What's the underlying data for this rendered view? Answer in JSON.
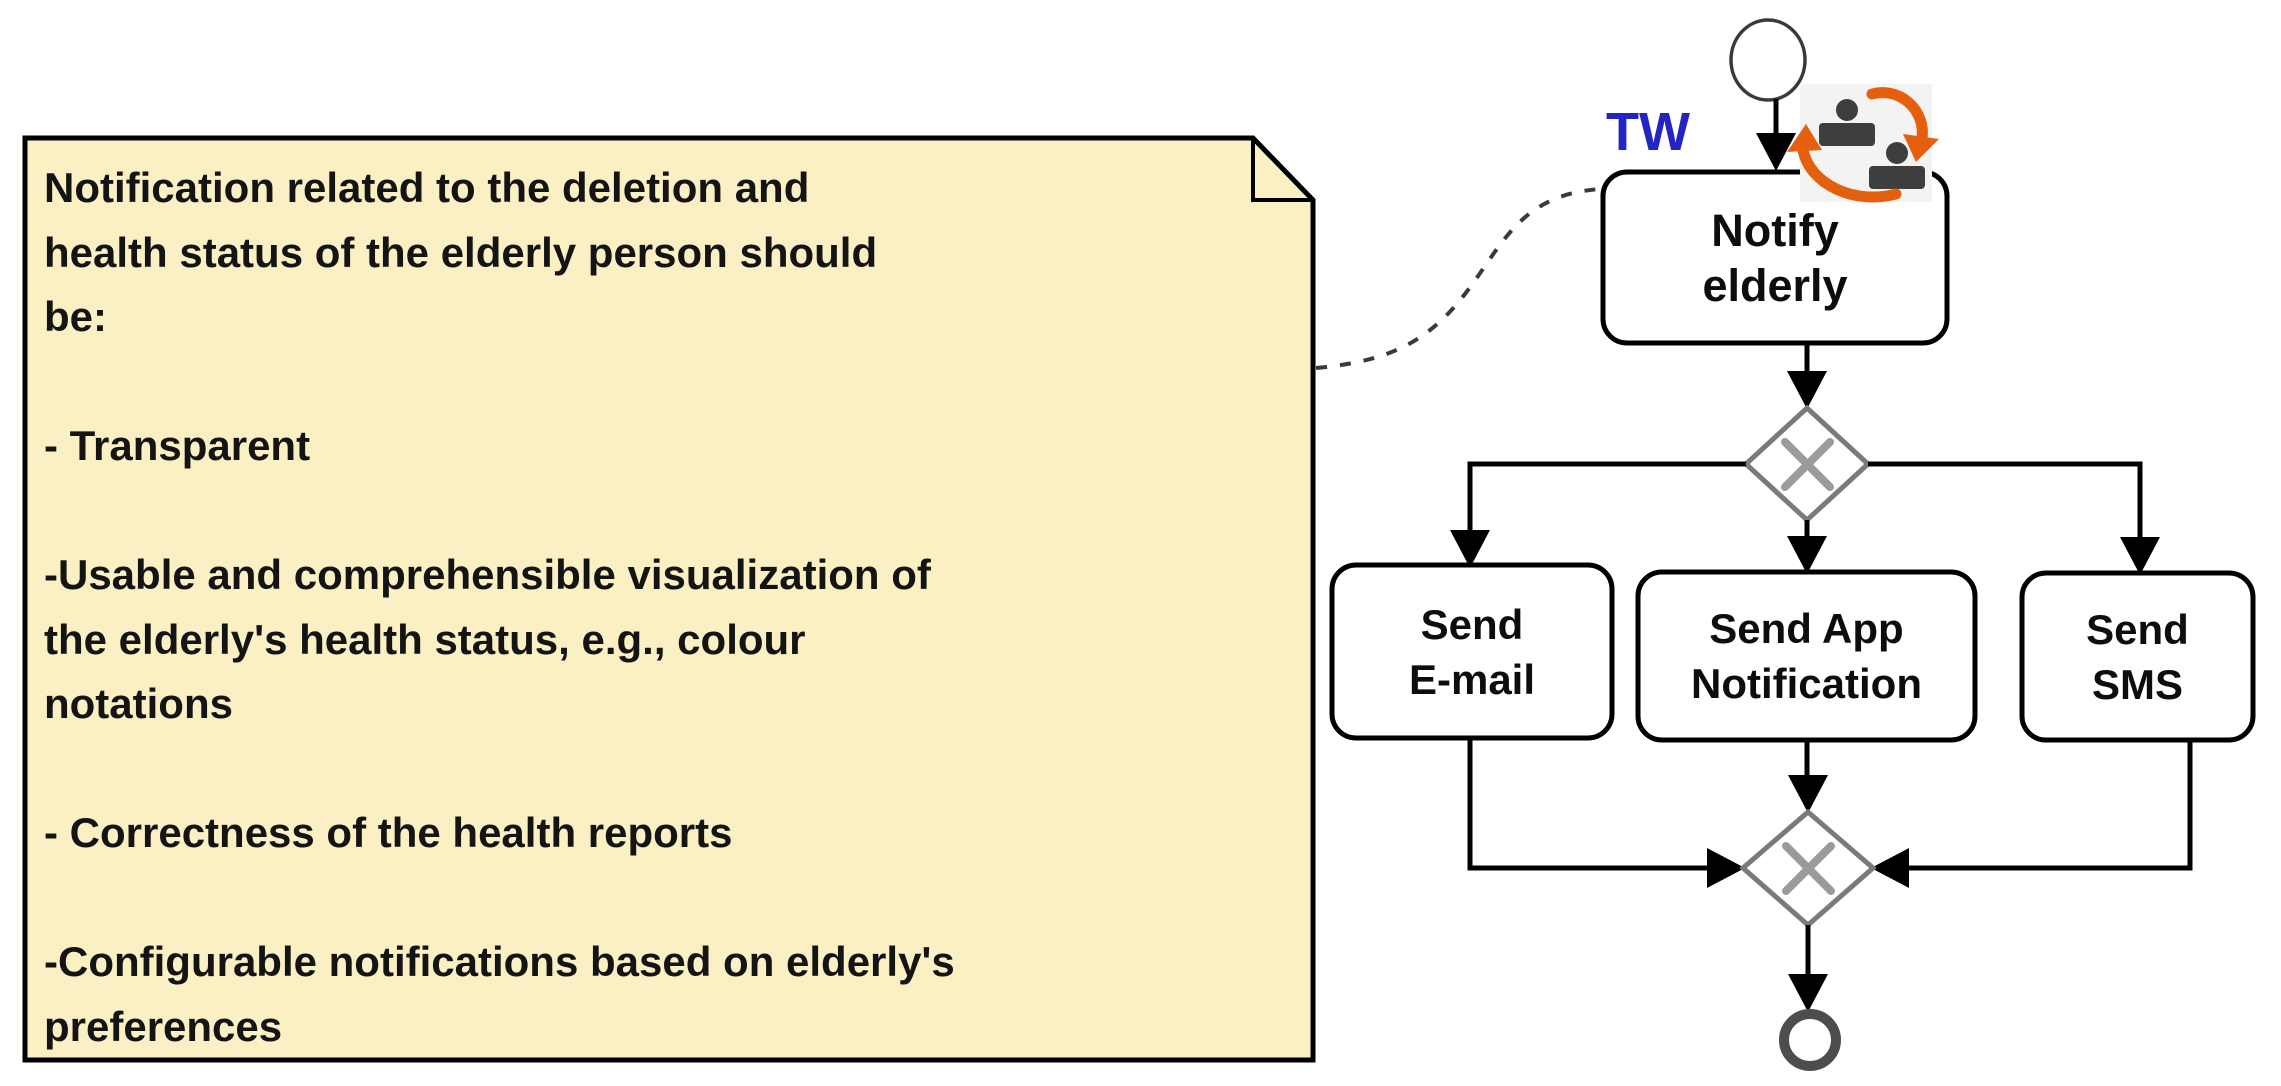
{
  "note": {
    "text": "Notification related to the deletion and\nhealth status of the elderly person should\nbe:\n\n- Transparent\n\n-Usable and comprehensible visualization of\nthe elderly's health status, e.g., colour\nnotations\n\n- Correctness of the health reports\n\n-Configurable notifications based on elderly's\npreferences",
    "bg_color": "#faf0c4",
    "border_color": "#000000"
  },
  "process": {
    "trigger_label": "TW",
    "trigger_label_color": "#2424c2",
    "tasks": {
      "notify": "Notify\nelderly",
      "email": "Send\nE-mail",
      "app": "Send App\nNotification",
      "sms": "Send\nSMS"
    },
    "gateways": [
      {
        "type": "exclusive",
        "symbol": "X"
      },
      {
        "type": "exclusive",
        "symbol": "X"
      }
    ],
    "events": {
      "start": "start-event",
      "end": "end-event"
    }
  },
  "icons": {
    "task_marker": "people-swap-icon",
    "task_marker_arrow_color": "#e45f0e",
    "task_marker_person_color": "#3e3e3e"
  },
  "colors": {
    "flow_line": "#000000",
    "gateway_stroke": "#7a7a7a",
    "gateway_x": "#9b9b9b",
    "end_event_stroke": "#4d4d4d",
    "association_dash": "#3a3a3a"
  }
}
